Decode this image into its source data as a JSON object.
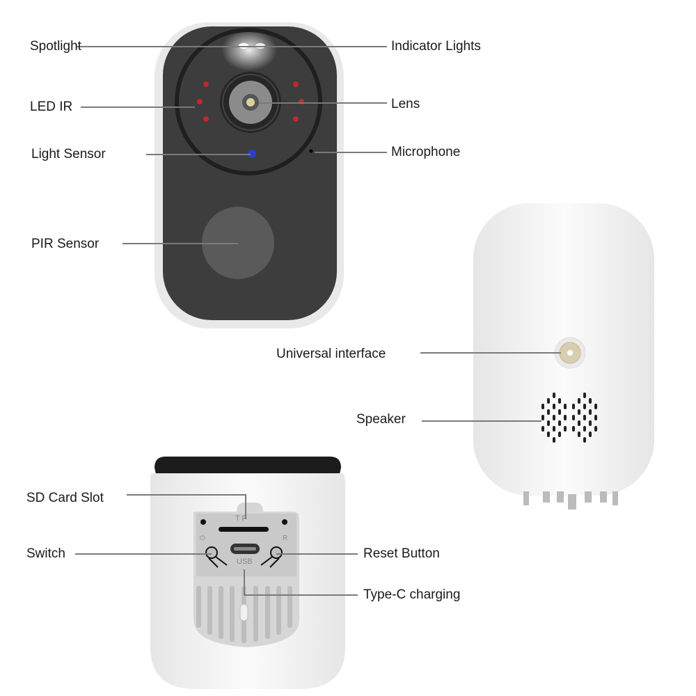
{
  "front_view": {
    "labels": {
      "spotlight": "Spotlight",
      "indicator_lights": "Indicator Lights",
      "led_ir": "LED IR",
      "lens": "Lens",
      "light_sensor": "Light Sensor",
      "microphone": "Microphone",
      "pir_sensor": "PIR Sensor"
    }
  },
  "back_view": {
    "labels": {
      "universal_interface": "Universal interface",
      "speaker": "Speaker"
    }
  },
  "bottom_view": {
    "labels": {
      "sd_card_slot": "SD Card Slot",
      "switch": "Switch",
      "reset_button": "Reset Button",
      "type_c_charging": "Type-C charging"
    },
    "markings": {
      "tf": "T F",
      "usb": "USB",
      "reset": "R",
      "power": "⏻"
    }
  },
  "colors": {
    "body_white": "#f4f4f4",
    "face_dark": "#3d3d3d",
    "ir_led": "#c0282d",
    "light_sensor": "#2b3fd1",
    "connector_gold": "#d9cdb0",
    "leader_line": "#7a7a7a"
  }
}
